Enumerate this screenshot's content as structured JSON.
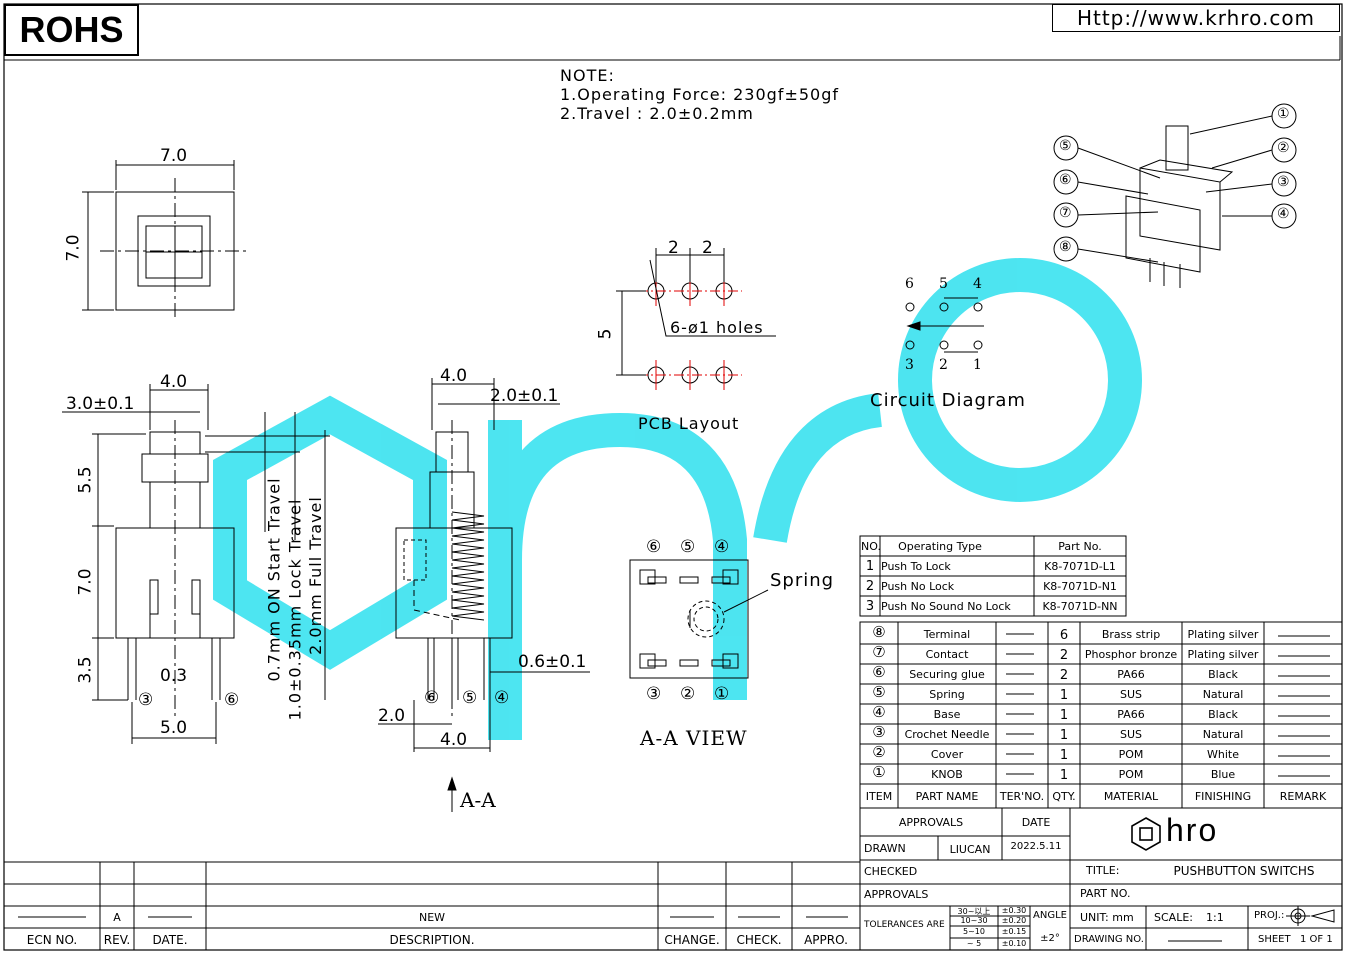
{
  "header": {
    "rohs": "ROHS",
    "url": "Http://www.krhro.com"
  },
  "notes": {
    "title": "NOTE:",
    "line1": "1.Operating Force: 230gf±50gf",
    "line2": "2.Travel : 2.0±0.2mm"
  },
  "top_view": {
    "width": "7.0",
    "height": "7.0"
  },
  "side_view": {
    "d_width": "4.0",
    "d_actuator": "3.0±0.1",
    "d_h1": "5.5",
    "d_h2": "7.0",
    "d_h3": "3.5",
    "d_pin": "0.3",
    "d_pitch": "5.0",
    "pin_left": "③",
    "pin_right": "⑥",
    "travel1": "0.7mm ON Start Travel",
    "travel2": "1.0±0.35mm Lock Travel",
    "travel3": "2.0mm Full Travel"
  },
  "section_view": {
    "d_width": "4.0",
    "d_act": "2.0±0.1",
    "d_pin": "0.6±0.1",
    "d_left": "2.0",
    "d_bottom": "4.0",
    "pins": [
      "⑥",
      "⑤",
      "④"
    ],
    "section_mark": "A-A"
  },
  "pcb": {
    "d1": "2",
    "d2": "2",
    "d_vert": "5",
    "holes": "6-ø1 holes",
    "caption": "PCB Layout"
  },
  "aa_view": {
    "top_pins": [
      "⑥",
      "⑤",
      "④"
    ],
    "bottom_pins": [
      "③",
      "②",
      "①"
    ],
    "spring": "Spring",
    "caption": "A-A VIEW"
  },
  "circuit": {
    "top_nums": [
      "6",
      "5",
      "4"
    ],
    "bottom_nums": [
      "3",
      "2",
      "1"
    ],
    "caption": "Circuit Diagram"
  },
  "isometric": {
    "callouts": [
      "①",
      "②",
      "③",
      "④",
      "⑤",
      "⑥",
      "⑦",
      "⑧"
    ]
  },
  "types_table": {
    "headers": [
      "NO.",
      "Operating Type",
      "Part No."
    ],
    "rows": [
      [
        "1",
        "Push To Lock",
        "K8-7071D-L1"
      ],
      [
        "2",
        "Push No Lock",
        "K8-7071D-N1"
      ],
      [
        "3",
        "Push No Sound No Lock",
        "K8-7071D-NN"
      ]
    ]
  },
  "bom": {
    "headers": [
      "ITEM",
      "PART NAME",
      "TER'NO.",
      "QTY.",
      "MATERIAL",
      "FINISHING",
      "REMARK"
    ],
    "rows": [
      [
        "⑧",
        "Terminal",
        "6",
        "Brass strip",
        "Plating silver"
      ],
      [
        "⑦",
        "Contact",
        "2",
        "Phosphor bronze",
        "Plating silver"
      ],
      [
        "⑥",
        "Securing glue",
        "2",
        "PA66",
        "Black"
      ],
      [
        "⑤",
        "Spring",
        "1",
        "SUS",
        "Natural"
      ],
      [
        "④",
        "Base",
        "1",
        "PA66",
        "Black"
      ],
      [
        "③",
        "Crochet Needle",
        "1",
        "SUS",
        "Natural"
      ],
      [
        "②",
        "Cover",
        "1",
        "POM",
        "White"
      ],
      [
        "①",
        "KNOB",
        "1",
        "POM",
        "Blue"
      ]
    ]
  },
  "title_block": {
    "approvals": "APPROVALS",
    "date": "DATE",
    "drawn": "DRAWN",
    "drawn_by": "LIUCAN",
    "drawn_date": "2022.5.11",
    "checked": "CHECKED",
    "approvals2": "APPROVALS",
    "title_label": "TITLE:",
    "title_value": "PUSHBUTTON SWITCHS",
    "part_no": "PART NO.",
    "logo": "hro",
    "tol_label": "TOLERANCES ARE",
    "tol_rows": [
      [
        "30~以上",
        "±0.30"
      ],
      [
        "10~30",
        "±0.20"
      ],
      [
        "5~10",
        "±0.15"
      ],
      [
        "~ 5",
        "±0.10"
      ]
    ],
    "angle": "ANGLE",
    "angle_val": "±2°",
    "unit": "UNIT: mm",
    "scale": "SCALE:",
    "scale_val": "1:1",
    "proj": "PROJ.:",
    "drawing_no": "DRAWING NO.",
    "sheet": "SHEET",
    "sheet_val": "1 OF 1"
  },
  "revision": {
    "headers": [
      "ECN NO.",
      "REV.",
      "DATE.",
      "DESCRIPTION.",
      "CHANGE.",
      "CHECK.",
      "APPRO."
    ],
    "row": [
      "",
      "A",
      "",
      "NEW",
      "",
      "",
      ""
    ]
  },
  "colors": {
    "watermark": "#2ee0ee",
    "line": "#000000",
    "center": "#e00000"
  }
}
